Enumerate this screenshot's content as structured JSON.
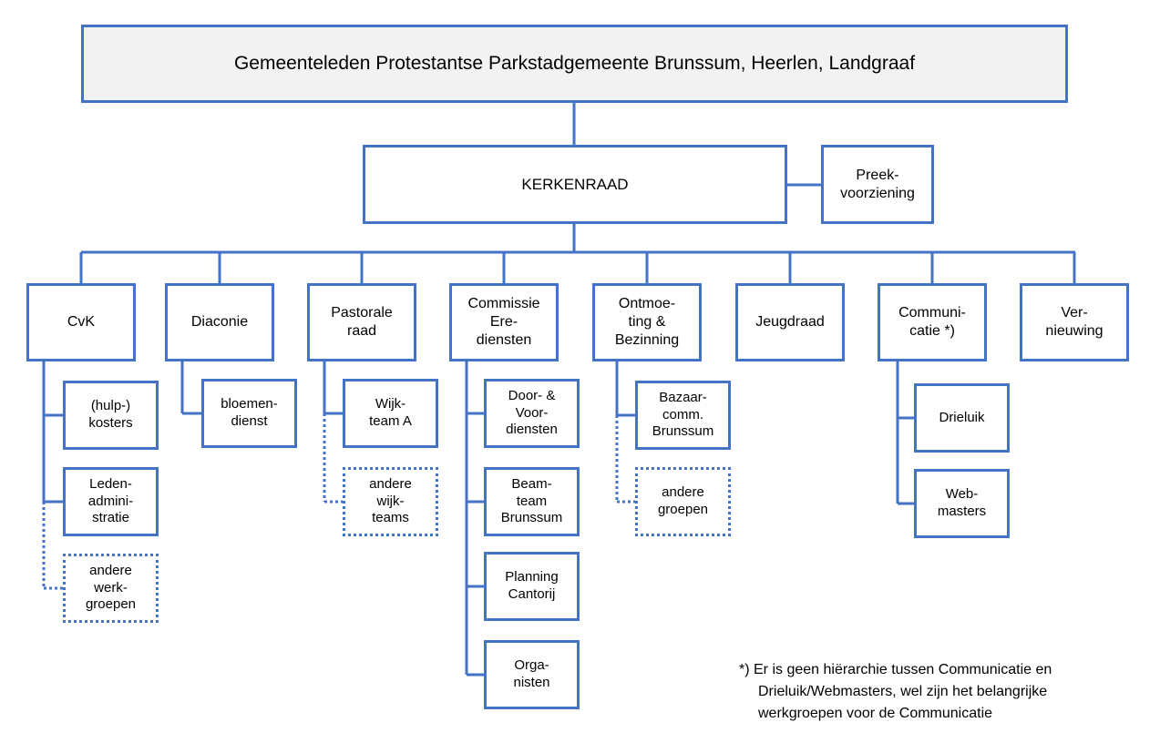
{
  "title": "Gemeenteleden Protestantse Parkstadgemeente Brunssum, Heerlen, Landgraaf",
  "kerkenraad": "KERKENRAAD",
  "preek": "Preek-\nvoorziening",
  "columns": [
    {
      "label": "CvK",
      "subs": [
        {
          "label": "(hulp-)\nkosters",
          "dotted": false
        },
        {
          "label": "Leden-\nadmini-\nstratie",
          "dotted": false
        },
        {
          "label": "andere\nwerk-\ngroepen",
          "dotted": true
        }
      ]
    },
    {
      "label": "Diaconie",
      "subs": [
        {
          "label": "bloemen-\ndienst",
          "dotted": false
        }
      ]
    },
    {
      "label": "Pastorale\nraad",
      "subs": [
        {
          "label": "Wijk-\nteam A",
          "dotted": false
        },
        {
          "label": "andere\nwijk-\nteams",
          "dotted": true
        }
      ]
    },
    {
      "label": "Commissie\nEre-\ndiensten",
      "subs": [
        {
          "label": "Door- &\nVoor-\ndiensten",
          "dotted": false
        },
        {
          "label": "Beam-\nteam\nBrunssum",
          "dotted": false
        },
        {
          "label": "Planning\nCantorij",
          "dotted": false
        },
        {
          "label": "Orga-\nnisten",
          "dotted": false
        }
      ]
    },
    {
      "label": "Ontmoe-\nting &\nBezinning",
      "subs": [
        {
          "label": "Bazaar-\ncomm.\nBrunssum",
          "dotted": false
        },
        {
          "label": "andere\ngroepen",
          "dotted": true
        }
      ]
    },
    {
      "label": "Jeugdraad",
      "subs": []
    },
    {
      "label": "Communi-\ncatie *)",
      "subs": [
        {
          "label": "Drieluik",
          "dotted": false
        },
        {
          "label": "Web-\nmasters",
          "dotted": false
        }
      ]
    },
    {
      "label": "Ver-\nnieuwing",
      "subs": []
    }
  ],
  "note": [
    "*) Er is geen hiërarchie tussen Communicatie en",
    "Drieluik/Webmasters,  wel zijn het belangrijke",
    "werkgroepen voor de Communicatie"
  ],
  "colors": {
    "line": "#4472c4",
    "title_fill": "#f2f2f2"
  }
}
